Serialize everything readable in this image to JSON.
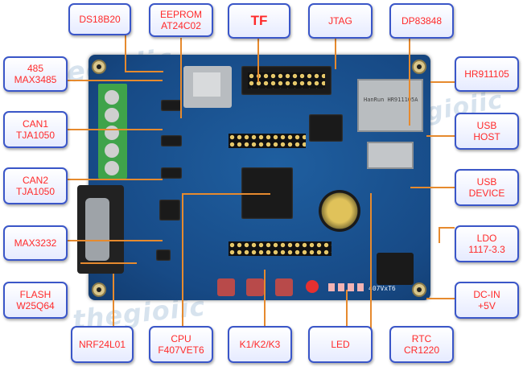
{
  "labels": {
    "ds18b20": {
      "title": "DS18B20"
    },
    "eeprom": {
      "title": "EEPROM",
      "sub": "AT24C02"
    },
    "tf": {
      "title": "TF"
    },
    "jtag": {
      "title": "JTAG"
    },
    "dp83848": {
      "title": "DP83848"
    },
    "max3485": {
      "title": "485",
      "sub": "MAX3485"
    },
    "hr911105": {
      "title": "HR911105"
    },
    "can1": {
      "title": "CAN1",
      "sub": "TJA1050"
    },
    "usb_host": {
      "title": "USB",
      "sub": "HOST"
    },
    "can2": {
      "title": "CAN2",
      "sub": "TJA1050"
    },
    "usb_device": {
      "title": "USB",
      "sub": "DEVICE"
    },
    "max3232": {
      "title": "MAX3232"
    },
    "ldo": {
      "title": "LDO",
      "sub": "1117-3.3"
    },
    "flash": {
      "title": "FLASH",
      "sub": "W25Q64"
    },
    "dcin": {
      "title": "DC-IN",
      "sub": "+5V"
    },
    "nrf": {
      "title": "NRF24L01"
    },
    "cpu": {
      "title": "CPU",
      "sub": "F407VET6"
    },
    "keys": {
      "title": "K1/K2/K3"
    },
    "led": {
      "title": "LED"
    },
    "rtc": {
      "title": "RTC",
      "sub": "CR1220"
    }
  },
  "watermark": "thegioiic",
  "board": {
    "model": "407VxT6",
    "ethernet_jack_text": "HanRun HR911105A"
  },
  "colors": {
    "label_border": "#3a56c8",
    "label_text": "#ff2a2a",
    "board": "#1b5392",
    "leader_line": "#e68a2e"
  }
}
